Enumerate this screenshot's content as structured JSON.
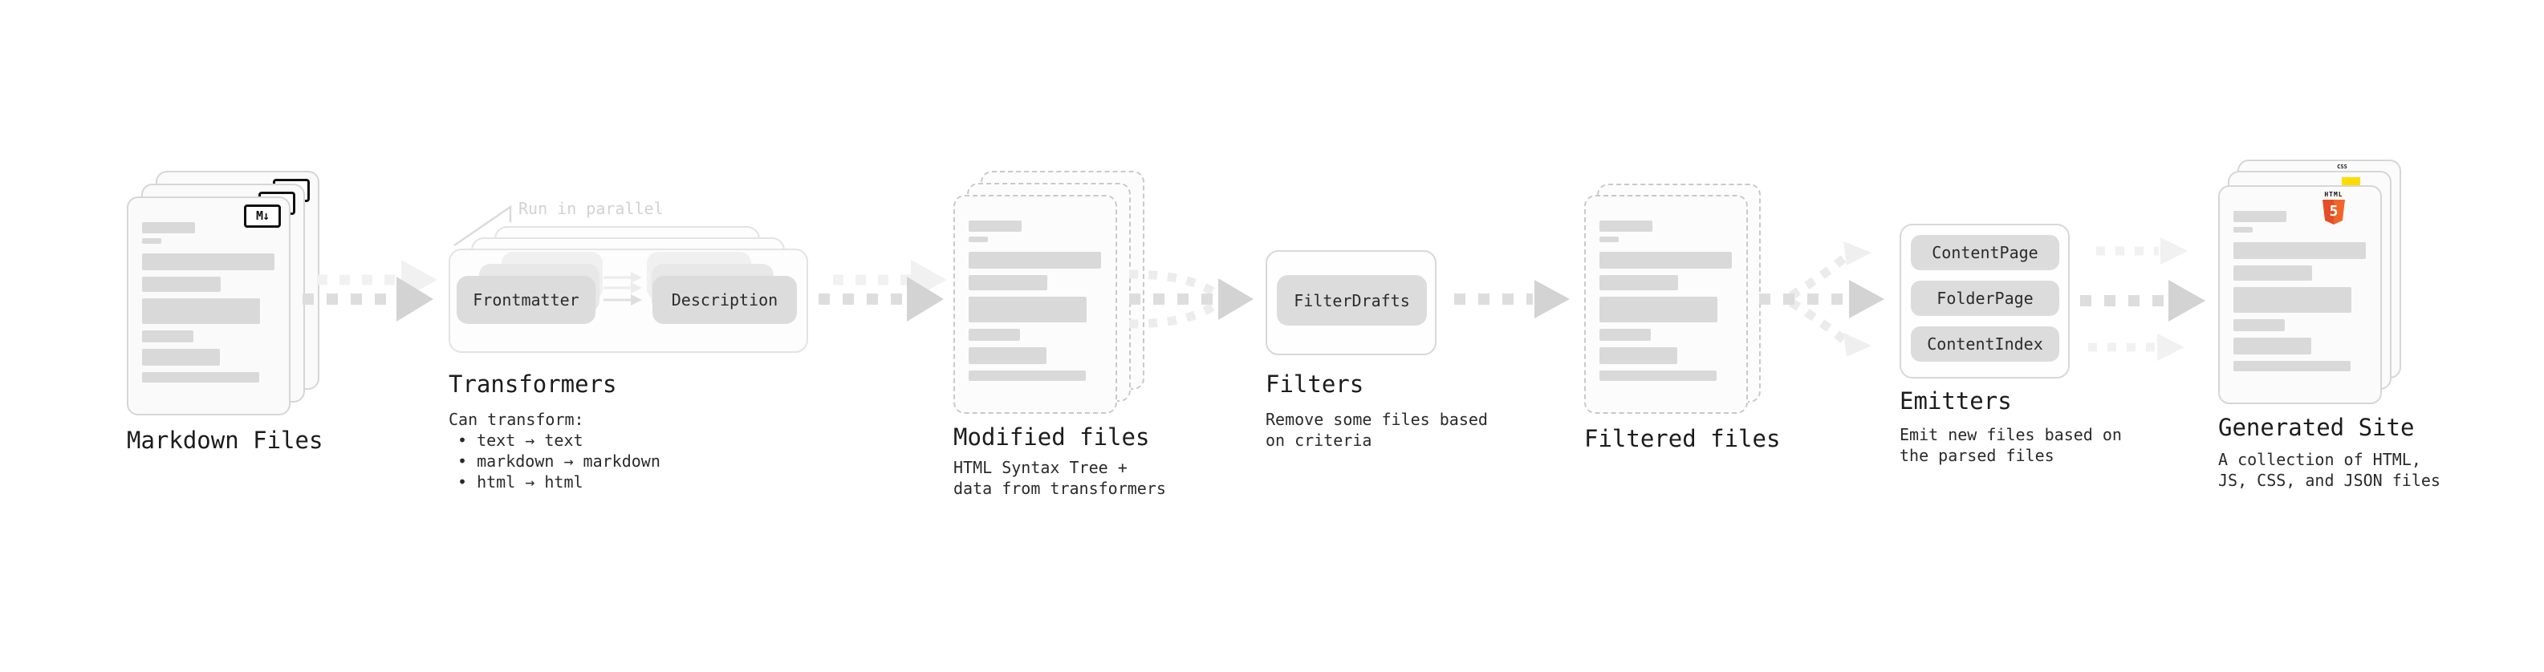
{
  "stages": {
    "markdown": {
      "label": "Markdown Files"
    },
    "transformers": {
      "label": "Transformers",
      "annotation": "Run in parallel",
      "pill_frontmatter": "Frontmatter",
      "pill_description": "Description",
      "desc_heading": "Can transform:",
      "bullets": [
        "• text → text",
        "• markdown → markdown",
        "• html → html"
      ]
    },
    "modified": {
      "label": "Modified files",
      "sublabel": "HTML Syntax Tree +\ndata from transformers"
    },
    "filters": {
      "label": "Filters",
      "sublabel": "Remove some files based\non criteria",
      "pill": "FilterDrafts"
    },
    "filtered": {
      "label": "Filtered files"
    },
    "emitters": {
      "label": "Emitters",
      "sublabel": "Emit new files based on\nthe parsed files",
      "pills": [
        "ContentPage",
        "FolderPage",
        "ContentIndex"
      ]
    },
    "generated": {
      "label": "Generated Site",
      "sublabel": "A collection of HTML,\nJS, CSS, and JSON files"
    }
  },
  "icons": {
    "markdown_glyph": "M↓",
    "html5_text": "HTML",
    "html5_digit": "5",
    "css_text": "CSS"
  },
  "colors": {
    "html5_orange": "#E44D26",
    "js_yellow": "#FFDC00",
    "css_blue": "#2D53E5",
    "card_border": "#d6d6d6",
    "skeleton": "#d9d9d9",
    "pill_bg": "#dcdcdc",
    "arrow_gray": "#d3d3d3",
    "annotation_gray": "#d2d2d2"
  }
}
